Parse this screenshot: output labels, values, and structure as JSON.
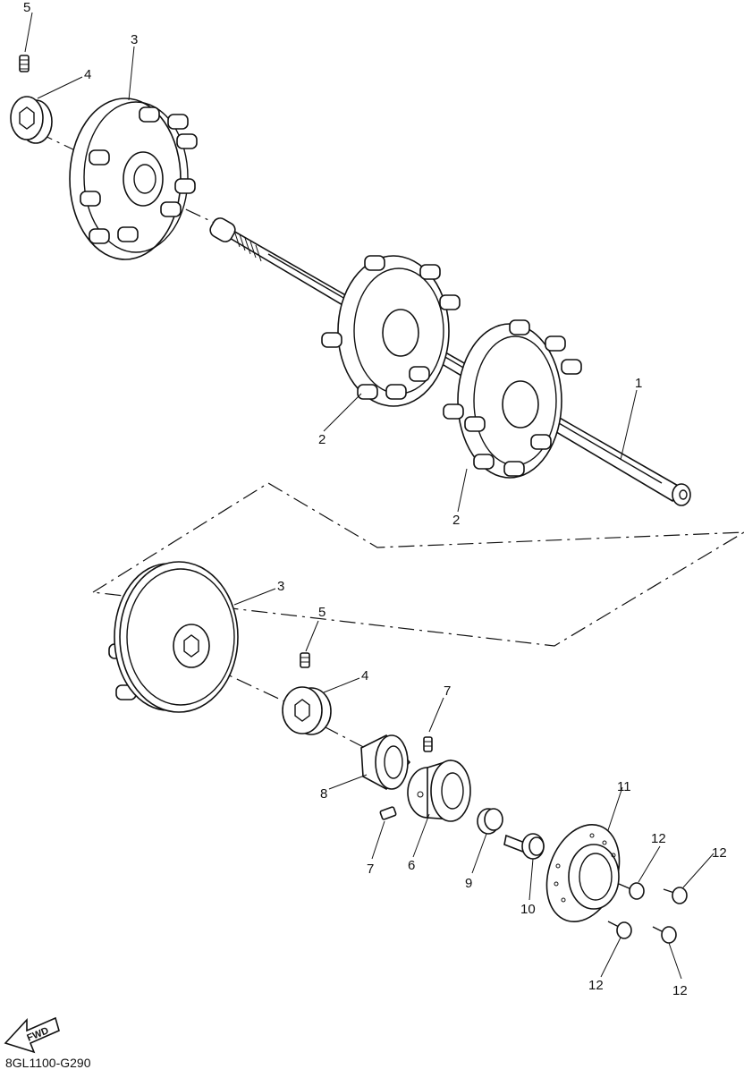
{
  "callouts": [
    {
      "id": "c5a",
      "text": "5"
    },
    {
      "id": "c4a",
      "text": "4"
    },
    {
      "id": "c3a",
      "text": "3"
    },
    {
      "id": "c1",
      "text": "1"
    },
    {
      "id": "c2a",
      "text": "2"
    },
    {
      "id": "c2b",
      "text": "2"
    },
    {
      "id": "c3b",
      "text": "3"
    },
    {
      "id": "c5b",
      "text": "5"
    },
    {
      "id": "c4b",
      "text": "4"
    },
    {
      "id": "c7a",
      "text": "7"
    },
    {
      "id": "c8",
      "text": "8"
    },
    {
      "id": "c7b",
      "text": "7"
    },
    {
      "id": "c6",
      "text": "6"
    },
    {
      "id": "c9",
      "text": "9"
    },
    {
      "id": "c10",
      "text": "10"
    },
    {
      "id": "c11",
      "text": "11"
    },
    {
      "id": "c12a",
      "text": "12"
    },
    {
      "id": "c12b",
      "text": "12"
    },
    {
      "id": "c12c",
      "text": "12"
    },
    {
      "id": "c12d",
      "text": "12"
    }
  ],
  "fwd_label": "FWD",
  "diagram_code": "8GL1100-G290"
}
